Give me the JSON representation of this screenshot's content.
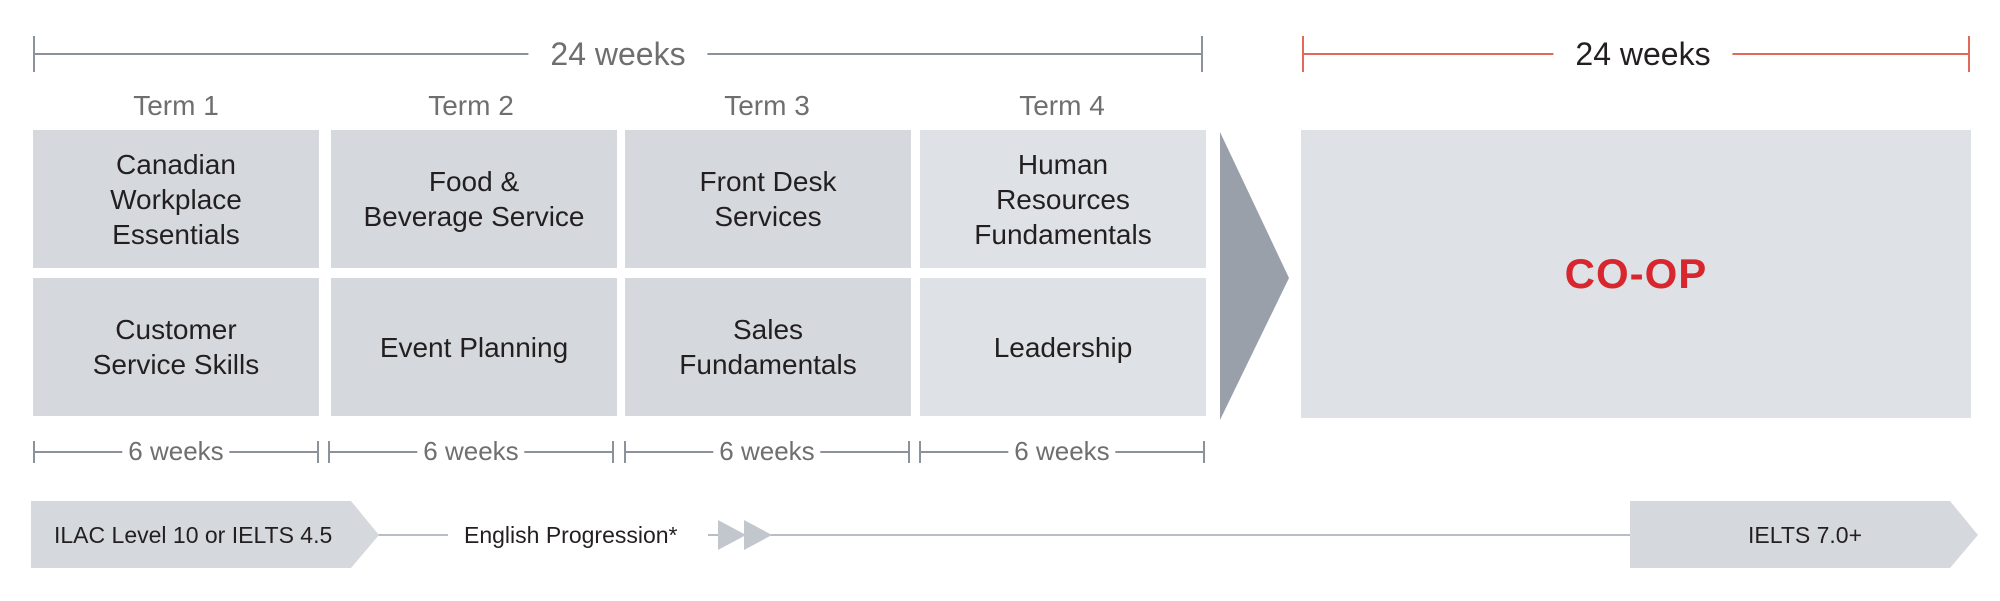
{
  "timeline": {
    "study_duration": "24 weeks",
    "coop_duration": "24 weeks"
  },
  "terms": [
    {
      "label": "Term 1",
      "course_top": "Canadian\nWorkplace\nEssentials",
      "course_bottom": "Customer\nService Skills",
      "duration": "6 weeks"
    },
    {
      "label": "Term 2",
      "course_top": "Food &\nBeverage Service",
      "course_bottom": "Event Planning",
      "duration": "6 weeks"
    },
    {
      "label": "Term 3",
      "course_top": "Front Desk\nServices",
      "course_bottom": "Sales\nFundamentals",
      "duration": "6 weeks"
    },
    {
      "label": "Term 4",
      "course_top": "Human\nResources\nFundamentals",
      "course_bottom": "Leadership",
      "duration": "6 weeks"
    }
  ],
  "coop": {
    "label": "CO-OP"
  },
  "english_progression": {
    "start_level": "ILAC Level 10 or IELTS 4.5",
    "label": "English Progression*",
    "end_level": "IELTS 7.0+"
  },
  "colors": {
    "coop_text": "#d7262d",
    "coop_bracket": "#e2685a",
    "study_bracket": "#8b929b",
    "cell_shade": "#d5d9de",
    "arrow": "#9aa0a9"
  }
}
